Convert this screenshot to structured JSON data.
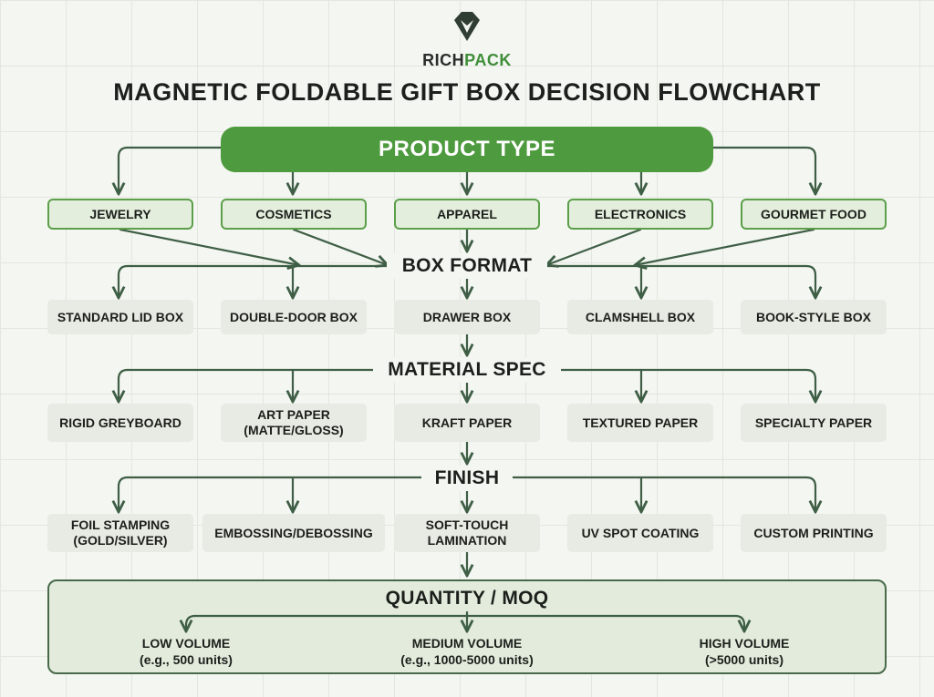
{
  "brand": {
    "name_part1": "RICH",
    "name_part2": "PACK"
  },
  "title": "MAGNETIC FOLDABLE GIFT BOX DECISION FLOWCHART",
  "root": {
    "label": "PRODUCT TYPE"
  },
  "product_types": [
    "JEWELRY",
    "COSMETICS",
    "APPAREL",
    "ELECTRONICS",
    "GOURMET FOOD"
  ],
  "box_format": {
    "label": "BOX FORMAT",
    "options": [
      "STANDARD LID BOX",
      "DOUBLE-DOOR BOX",
      "DRAWER BOX",
      "CLAMSHELL BOX",
      "BOOK-STYLE BOX"
    ]
  },
  "material_spec": {
    "label": "MATERIAL SPEC",
    "options": [
      "RIGID GREYBOARD",
      "ART PAPER\n(MATTE/GLOSS)",
      "KRAFT PAPER",
      "TEXTURED PAPER",
      "SPECIALTY PAPER"
    ]
  },
  "finish": {
    "label": "FINISH",
    "options": [
      "FOIL STAMPING\n(GOLD/SILVER)",
      "EMBOSSING/DEBOSSING",
      "SOFT-TOUCH\nLAMINATION",
      "UV SPOT COATING",
      "CUSTOM PRINTING"
    ]
  },
  "quantity": {
    "label": "QUANTITY / MOQ",
    "levels": [
      {
        "name": "LOW VOLUME",
        "example": "(e.g., 500 units)"
      },
      {
        "name": "MEDIUM VOLUME",
        "example": "(e.g., 1000-5000 units)"
      },
      {
        "name": "HIGH VOLUME",
        "example": "(>5000 units)"
      }
    ]
  },
  "colors": {
    "accent_green": "#4e9a3e",
    "border_green": "#5b9f4a",
    "connector": "#3e5e45",
    "option_fill": "#e7ebe3",
    "background": "#f4f6f1"
  }
}
